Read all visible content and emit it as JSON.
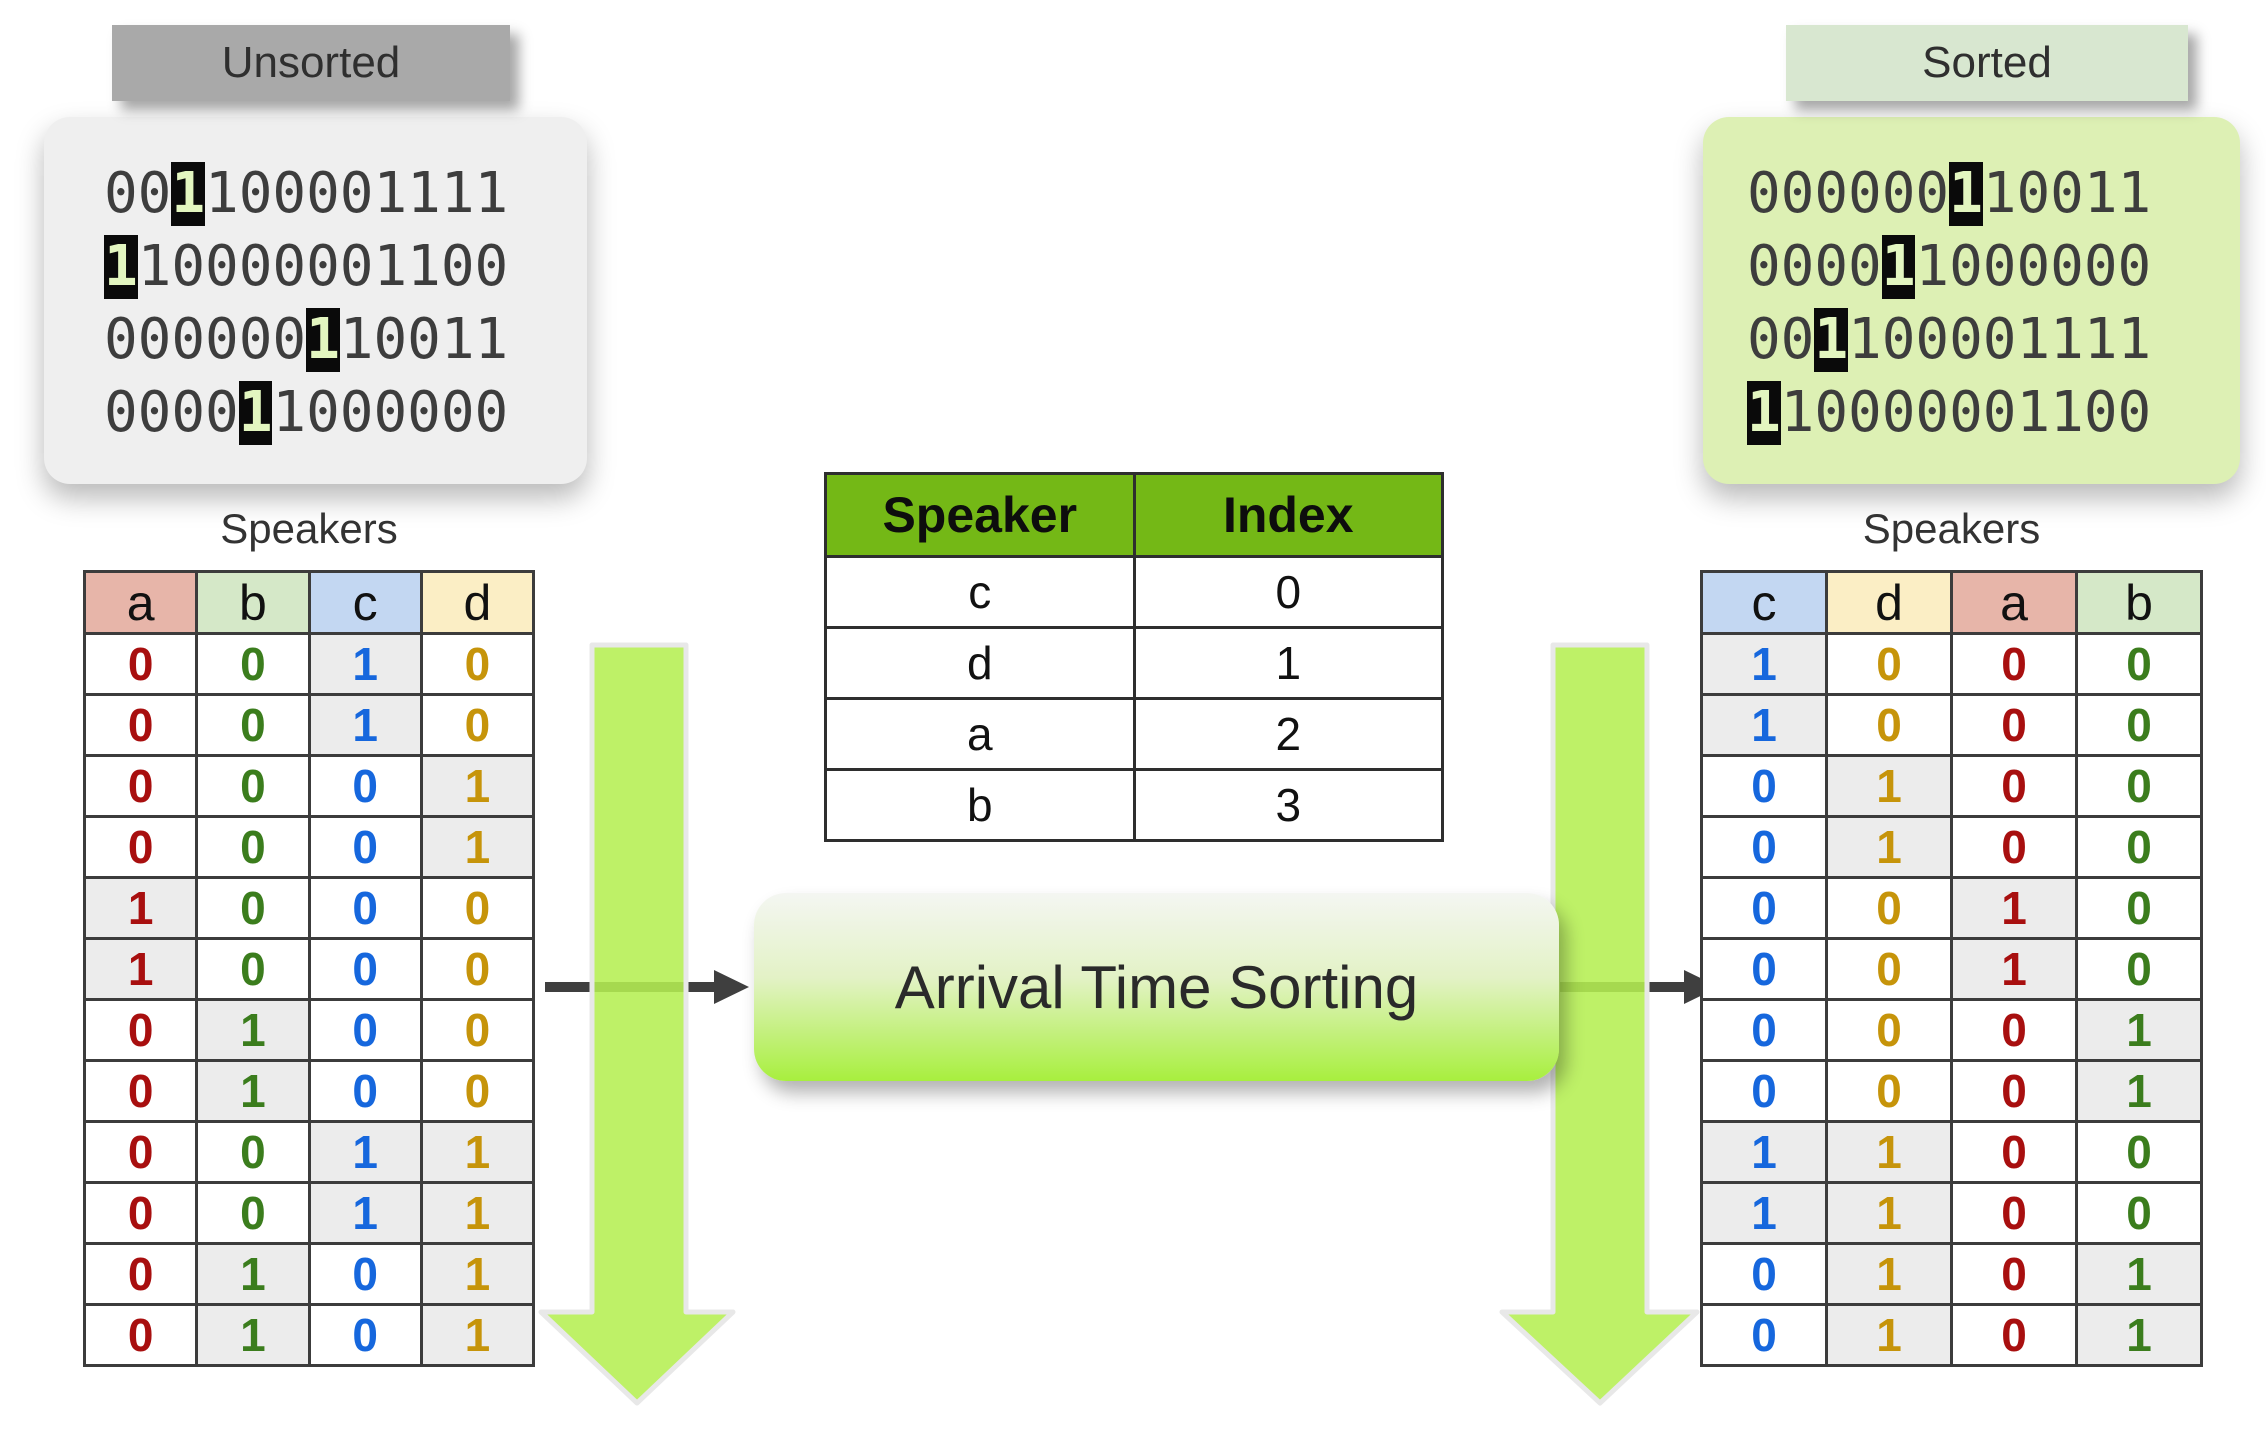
{
  "unsorted": {
    "label": "Unsorted",
    "lines": [
      {
        "text": "001100001111",
        "highlight_index": 2
      },
      {
        "text": "110000001100",
        "highlight_index": 0
      },
      {
        "text": "000000110011",
        "highlight_index": 6
      },
      {
        "text": "000011000000",
        "highlight_index": 4
      }
    ]
  },
  "sorted": {
    "label": "Sorted",
    "lines": [
      {
        "text": "000000110011",
        "highlight_index": 6
      },
      {
        "text": "000011000000",
        "highlight_index": 4
      },
      {
        "text": "001100001111",
        "highlight_index": 2
      },
      {
        "text": "110000001100",
        "highlight_index": 0
      }
    ]
  },
  "mapping_table": {
    "headers": [
      "Speaker",
      "Index"
    ],
    "rows": [
      [
        "c",
        "0"
      ],
      [
        "d",
        "1"
      ],
      [
        "a",
        "2"
      ],
      [
        "b",
        "3"
      ]
    ]
  },
  "left_table": {
    "title": "Speakers",
    "columns": [
      "a",
      "b",
      "c",
      "d"
    ],
    "rows": [
      [
        0,
        0,
        1,
        0
      ],
      [
        0,
        0,
        1,
        0
      ],
      [
        0,
        0,
        0,
        1
      ],
      [
        0,
        0,
        0,
        1
      ],
      [
        1,
        0,
        0,
        0
      ],
      [
        1,
        0,
        0,
        0
      ],
      [
        0,
        1,
        0,
        0
      ],
      [
        0,
        1,
        0,
        0
      ],
      [
        0,
        0,
        1,
        1
      ],
      [
        0,
        0,
        1,
        1
      ],
      [
        0,
        1,
        0,
        1
      ],
      [
        0,
        1,
        0,
        1
      ]
    ]
  },
  "right_table": {
    "title": "Speakers",
    "columns": [
      "c",
      "d",
      "a",
      "b"
    ],
    "rows": [
      [
        1,
        0,
        0,
        0
      ],
      [
        1,
        0,
        0,
        0
      ],
      [
        0,
        1,
        0,
        0
      ],
      [
        0,
        1,
        0,
        0
      ],
      [
        0,
        0,
        1,
        0
      ],
      [
        0,
        0,
        1,
        0
      ],
      [
        0,
        0,
        0,
        1
      ],
      [
        0,
        0,
        0,
        1
      ],
      [
        1,
        1,
        0,
        0
      ],
      [
        1,
        1,
        0,
        0
      ],
      [
        0,
        1,
        0,
        1
      ],
      [
        0,
        1,
        0,
        1
      ]
    ]
  },
  "process_button": {
    "label": "Arrival Time Sorting"
  },
  "colors": {
    "mapping_header_bg": "#74b816",
    "speaker_header_bg": {
      "a": "#e7b5a9",
      "b": "#d5e8c8",
      "c": "#c3d7f2",
      "d": "#fbeec5"
    },
    "speaker_digit": {
      "a": "#a80f0f",
      "b": "#3b7d1d",
      "c": "#1667dd",
      "d": "#c6940a"
    },
    "one_cell_bg": "#ececec",
    "highlight_bg": "#0a0a0a",
    "highlight_text": "#e3f6c0",
    "down_arrow_green": "#b5ef52",
    "flow_arrow_gray": "#3f3f3f"
  }
}
